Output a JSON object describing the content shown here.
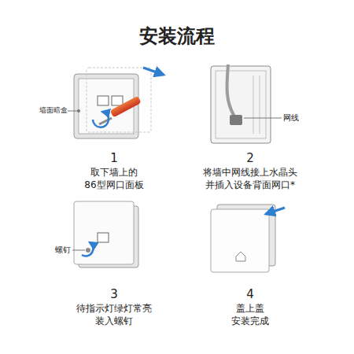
{
  "diagram": {
    "title": "安装流程",
    "labels": [
      "墙面暗盒",
      "1",
      "取下墙上的 86型网口面板",
      "网线",
      "2",
      "将墙中网线接上水晶头 并插入设备背面网口*",
      "螺钉",
      "3",
      "待指示灯绿灯常亮 装入螺钉",
      "4",
      "盖上盖 安装完成"
    ]
  }
}
